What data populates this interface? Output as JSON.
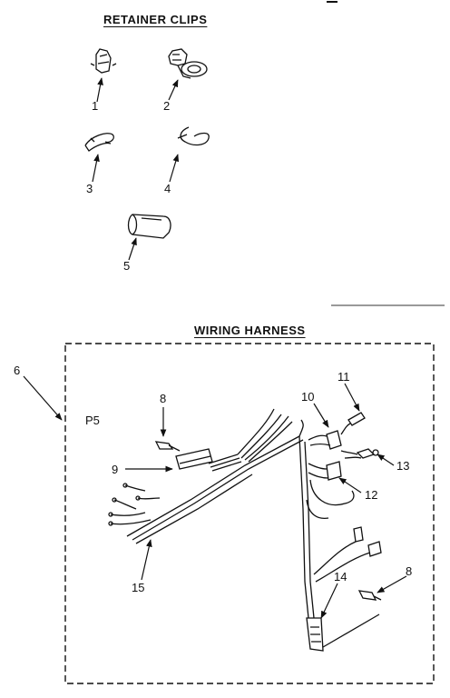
{
  "headings": {
    "retainer_clips": "RETAINER CLIPS",
    "wiring_harness": "WIRING HARNESS"
  },
  "panel_code": "P5",
  "callouts": {
    "clip_1": "1",
    "clip_2": "2",
    "clip_3": "3",
    "clip_4": "4",
    "clip_5": "5",
    "harness_assembly": "6",
    "terminal_8_left": "8",
    "terminal_8_right": "8",
    "connector_9": "9",
    "connector_10": "10",
    "terminal_11": "11",
    "tie_12": "12",
    "terminal_13": "13",
    "sleeve_14": "14",
    "harness_15": "15"
  },
  "colors": {
    "ink": "#111111",
    "paper": "#ffffff"
  }
}
